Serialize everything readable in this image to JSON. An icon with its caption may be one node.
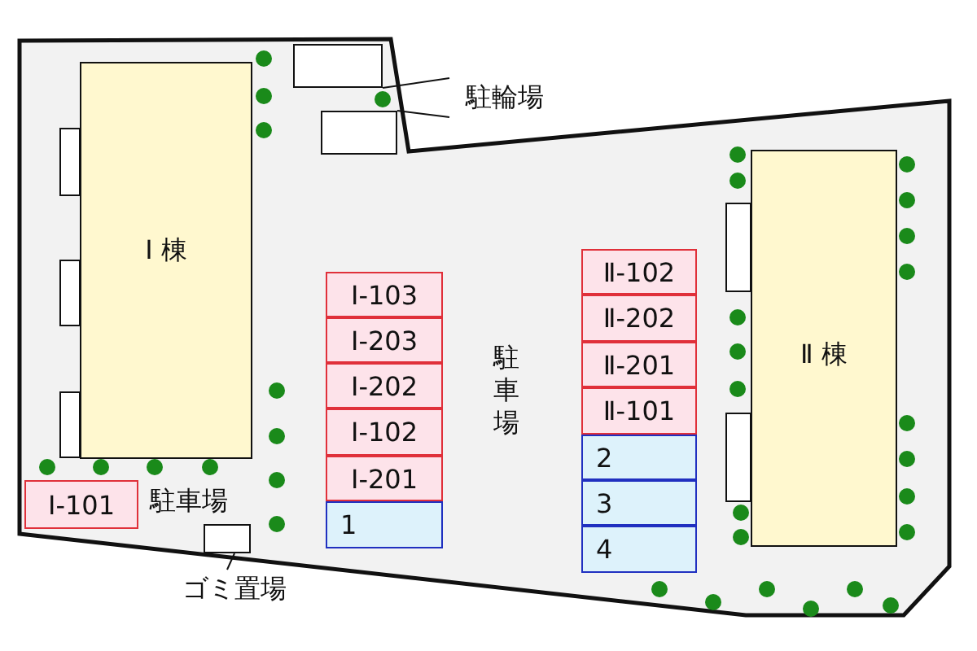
{
  "diagram": {
    "nodes": [
      {
        "text": [
          "Ⅰ 棟"
        ]
      },
      {
        "text": [
          "Ⅱ 棟"
        ]
      },
      {
        "text": [
          "Ⅰ-103"
        ]
      },
      {
        "text": [
          "Ⅰ-203"
        ]
      },
      {
        "text": [
          "Ⅰ-202"
        ]
      },
      {
        "text": [
          "Ⅰ-102"
        ]
      },
      {
        "text": [
          "Ⅰ-201"
        ]
      },
      {
        "text": [
          "1"
        ]
      },
      {
        "text": [
          "Ⅱ-102"
        ]
      },
      {
        "text": [
          "Ⅱ-202"
        ]
      },
      {
        "text": [
          "Ⅱ-201"
        ]
      },
      {
        "text": [
          "Ⅱ-101"
        ]
      },
      {
        "text": [
          "2"
        ]
      },
      {
        "text": [
          "3"
        ]
      },
      {
        "text": [
          "4"
        ]
      },
      {
        "text": [
          "Ⅰ-101"
        ]
      },
      {
        "text": [
          "駐輪場"
        ]
      },
      {
        "text": [],
        "shape": "box"
      },
      {
        "text": [],
        "shape": "box"
      },
      {
        "text": [
          "ゴミ置場"
        ]
      },
      {
        "text": [],
        "shape": "box"
      }
    ],
    "edges": [
      {
        "from": 16,
        "to": 17,
        "arrow": "none"
      },
      {
        "from": 16,
        "to": 18,
        "arrow": "none"
      },
      {
        "from": 19,
        "to": 20,
        "arrow": "none"
      }
    ],
    "labels": [
      "駐車場",
      "駐車場"
    ]
  }
}
